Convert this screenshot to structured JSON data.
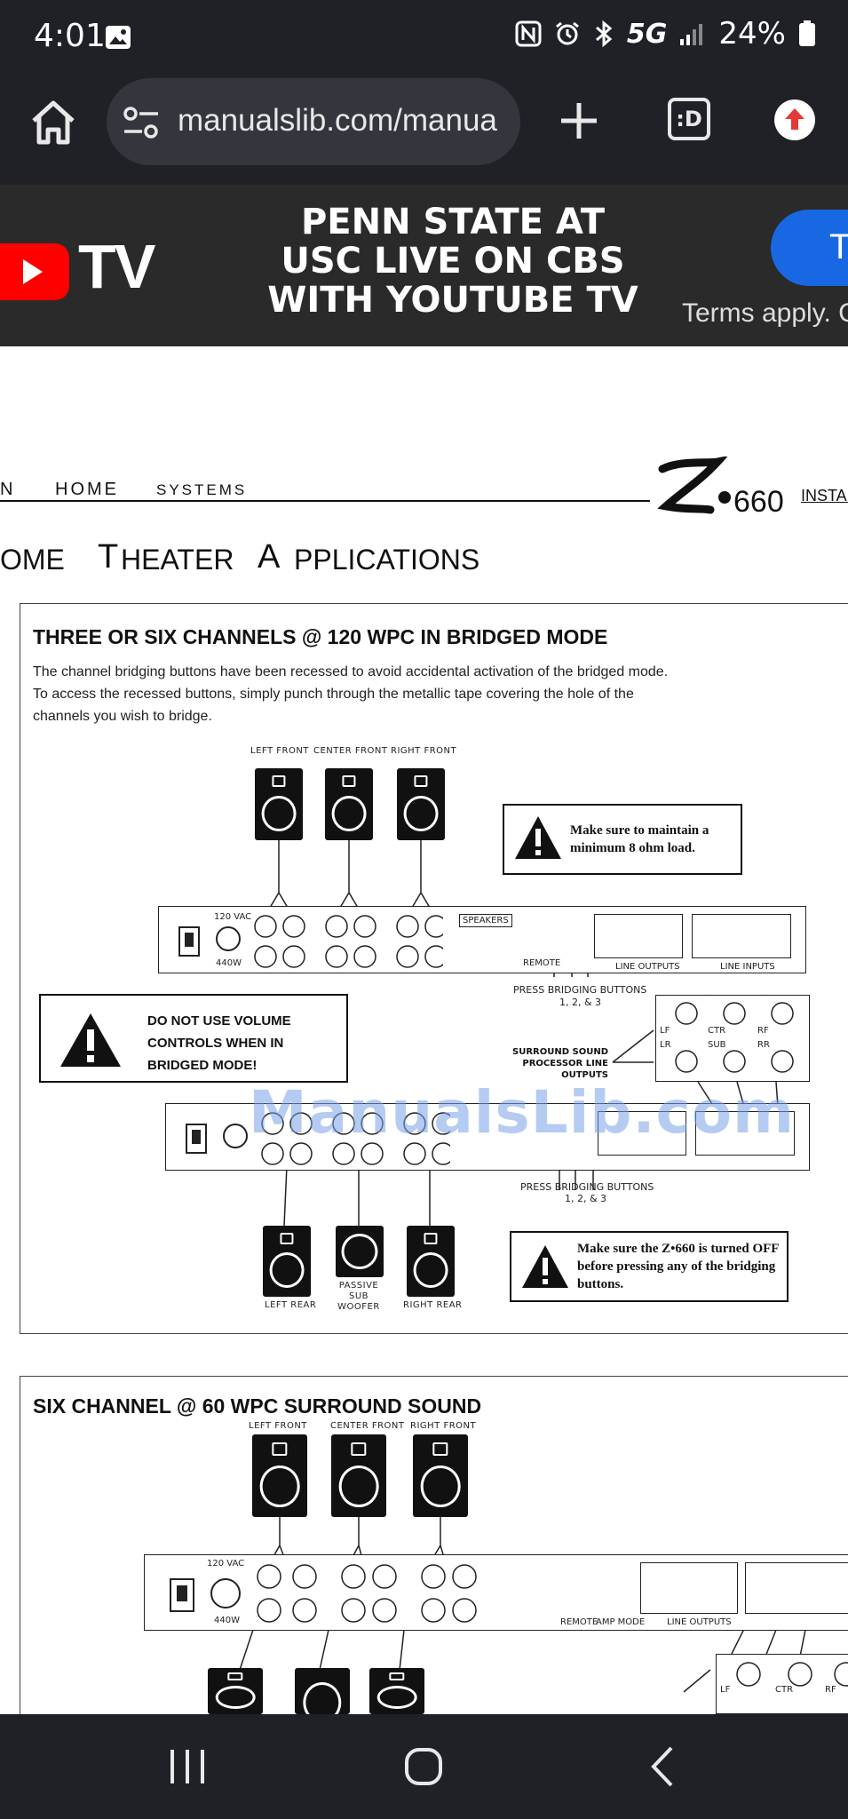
{
  "status_bar": {
    "time": "4:01",
    "network": "5G",
    "battery": "24%",
    "icons": [
      "gallery-icon",
      "nfc-icon",
      "alarm-icon",
      "bluetooth-icon",
      "signal-icon",
      "battery-icon"
    ]
  },
  "browser": {
    "url": "manualslib.com/manua",
    "tabs_label": ":D"
  },
  "ad": {
    "brand": "TV",
    "headline": "PENN STATE AT USC LIVE ON CBS WITH YOUTUBE TV",
    "cta": "T",
    "terms": "Terms apply. C"
  },
  "doc": {
    "nav": [
      "N",
      "HOME",
      "SYSTEMS"
    ],
    "logo_number": "660",
    "install_link": "INSTAL",
    "heading_parts": [
      "OME",
      "T",
      "HEATER",
      "A",
      "PPLICATIONS"
    ]
  },
  "panel1": {
    "title": "THREE OR SIX CHANNELS @ 120 WPC IN BRIDGED MODE",
    "body": "The channel bridging buttons have been recessed to avoid accidental activation of the bridged mode. To access the recessed buttons, simply punch through the metallic tape covering the hole of the channels you wish to bridge.",
    "speakers_top": [
      "LEFT FRONT",
      "CENTER FRONT",
      "RIGHT FRONT"
    ],
    "warn_load": "Make sure to maintain a minimum 8 ohm load.",
    "warn_volume": "DO NOT USE VOLUME CONTROLS WHEN IN BRIDGED MODE!",
    "press_bridging": "PRESS BRIDGING BUTTONS",
    "press_numbers": "1, 2, & 3",
    "surround_label": "SURROUND SOUND PROCESSOR LINE OUTPUTS",
    "processor_labels": [
      "LF",
      "CTR",
      "RF",
      "LR",
      "SUB",
      "RR"
    ],
    "amp_voltage": "120 VAC",
    "amp_watts": "440W",
    "amp_speakers": "SPEAKERS",
    "amp_remote": "REMOTE",
    "amp_line_outputs": "LINE OUTPUTS",
    "amp_line_inputs": "LINE INPUTS",
    "speakers_bottom": [
      "LEFT REAR",
      "PASSIVE SUB WOOFER",
      "RIGHT REAR"
    ],
    "warn_off": "Make sure the Z•660 is turned OFF before pressing any of the bridging buttons.",
    "watermark": "ManualsLib.com"
  },
  "panel2": {
    "title": "SIX CHANNEL @ 60 WPC SURROUND SOUND",
    "speakers_top": [
      "LEFT FRONT",
      "CENTER FRONT",
      "RIGHT FRONT"
    ],
    "amp_voltage": "120 VAC",
    "amp_watts": "440W",
    "amp_remote": "REMOTE",
    "amp_mode": "AMP MODE",
    "amp_line_outputs": "LINE OUTPUTS",
    "processor_labels": [
      "LF",
      "CTR",
      "RF"
    ]
  }
}
